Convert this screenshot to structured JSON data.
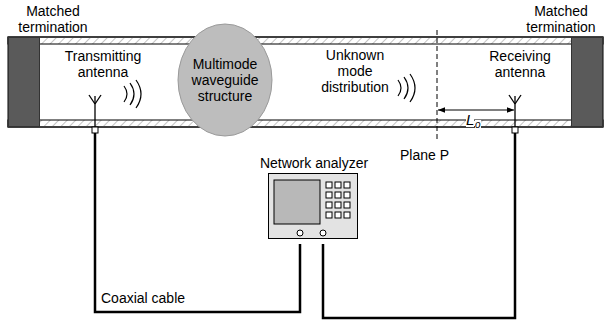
{
  "diagram": {
    "nodes": [
      {
        "text": [
          "Matched termination"
        ]
      },
      {
        "text": [
          "Multimode waveguide structure"
        ]
      },
      {
        "text": [
          "Matched termination"
        ]
      },
      {
        "text": [
          "Network analyzer"
        ]
      }
    ],
    "labels": [
      "Transmitting antenna",
      "Unknown mode distribution",
      "Receiving antenna",
      "Plane P",
      "L",
      "o",
      "Coaxial cable"
    ]
  }
}
